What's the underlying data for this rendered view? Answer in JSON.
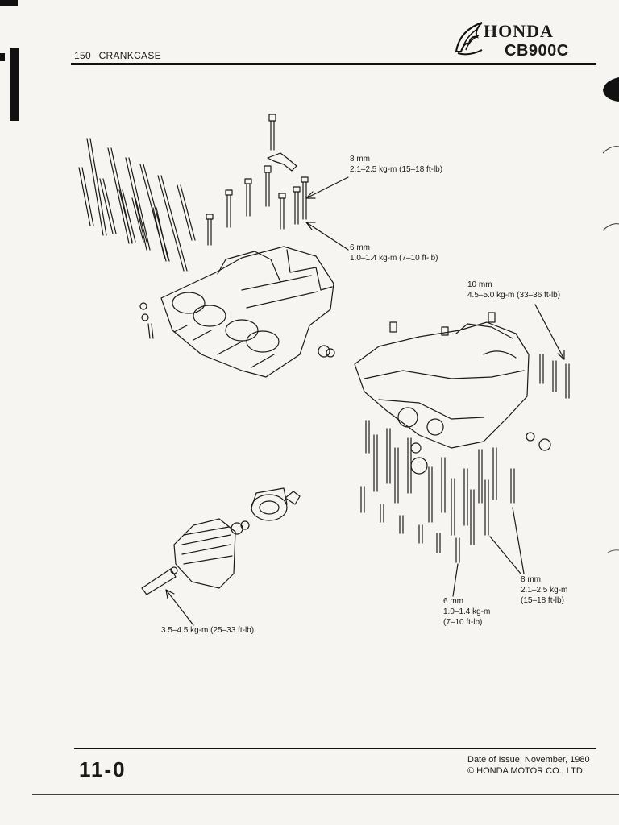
{
  "header": {
    "page_number": "150",
    "section": "CRANKCASE",
    "brand": "HONDA",
    "model": "CB900C"
  },
  "callouts": {
    "upper_8mm": {
      "size": "8 mm",
      "torque": "2.1–2.5 kg-m (15–18 ft-lb)"
    },
    "upper_6mm": {
      "size": "6 mm",
      "torque": "1.0–1.4 kg-m (7–10 ft-lb)"
    },
    "right_10mm": {
      "size": "10 mm",
      "torque": "4.5–5.0 kg-m (33–36 ft-lb)"
    },
    "lower_8mm": {
      "size": "8 mm",
      "torque_kgm": "2.1–2.5 kg-m",
      "torque_ftlb": "(15–18 ft-lb)"
    },
    "lower_6mm": {
      "size": "6 mm",
      "torque_kgm": "1.0–1.4 kg-m",
      "torque_ftlb": "(7–10 ft-lb)"
    },
    "filter_bolt": {
      "torque": "3.5–4.5 kg-m (25–33 ft-lb)"
    }
  },
  "footer": {
    "chapter_page": "11-0",
    "issue_date": "Date of Issue:  November, 1980",
    "copyright": "© HONDA MOTOR CO., LTD."
  }
}
